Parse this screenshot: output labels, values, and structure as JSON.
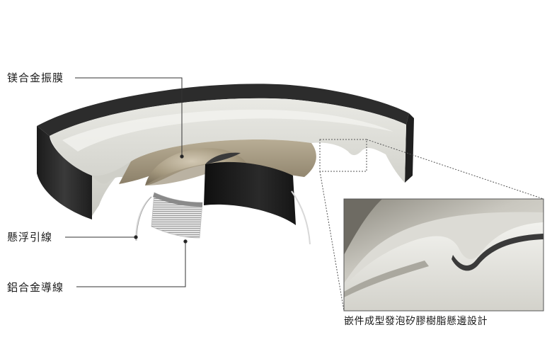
{
  "labels": {
    "diaphragm": "镁合金振膜",
    "lead_wire": "懸浮引線",
    "coil_wire": "鋁合金導線",
    "surround": "嵌件成型發泡矽膠樹脂懸邊設計"
  },
  "colors": {
    "background": "#ffffff",
    "rubber_frame": "#262626",
    "surround_silicone": "#dcdcd6",
    "diaphragm_metal": "#a89e87",
    "callout_line": "#333333"
  }
}
